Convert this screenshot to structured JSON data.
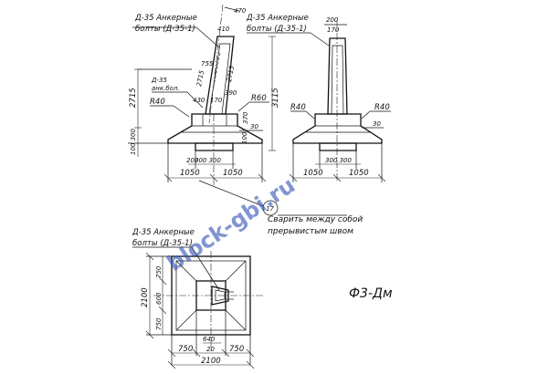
{
  "elev1": {
    "anchor_line1": "Д-35 Анкерные",
    "anchor_line2": "болты (Д-35-1)",
    "side_anchor_line1": "Д-35",
    "side_anchor_line2": "анк.бол.",
    "dims": {
      "d_470": "470",
      "d_410": "410",
      "d_755": "755",
      "d_2715": "2715",
      "d_2715_right": "2715",
      "d_390": "390",
      "d_430": "430",
      "d_170": "170",
      "r40": "R40",
      "r60": "R60",
      "d_3115": "3115",
      "d_2715_outer": "2715",
      "d_30": "30",
      "d_370": "370",
      "d_100_a": "100",
      "d_100_300": "100 300",
      "d_200_a": "200",
      "d_300_300": "300 300",
      "d_1050_l": "1050",
      "d_1050_r": "1050"
    }
  },
  "elev2": {
    "anchor_line1": "Д-35 Анкерные",
    "anchor_line2": "болты (Д-35-1)",
    "dims": {
      "d_200_top": "200",
      "d_170_top": "170",
      "r40": "R40",
      "r40_right": "R40",
      "d_30": "30",
      "d_300_300": "300 300",
      "d_1050_l": "1050",
      "d_1050_r": "1050"
    }
  },
  "note": {
    "marker": "17",
    "line1": "Сварить между собой",
    "line2": "прерывистым швом"
  },
  "plan": {
    "anchor_line1": "Д-35 Анкерные",
    "anchor_line2": "болты (Д-35-1)",
    "dims": {
      "d_2100_v": "2100",
      "d_750_top": "750",
      "d_600": "600",
      "d_750_bottom": "750",
      "d_640": "640",
      "d_750_l": "750",
      "d_20": "20",
      "d_750_r": "750",
      "d_2100_h": "2100"
    }
  },
  "designation": "Ф3-Дм",
  "watermark": "block-gbi.ru"
}
